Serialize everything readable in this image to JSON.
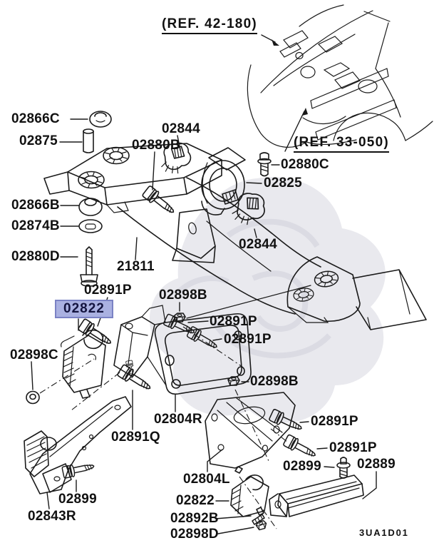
{
  "diagram": {
    "code": "3UA1D01",
    "references": [
      {
        "text": "(REF. 42-180)"
      },
      {
        "text": "(REF. 33-050)"
      }
    ],
    "highlight": {
      "background": "#aab1e1",
      "border": "#7b82c4",
      "text_color": "#14143f"
    },
    "line_color": "#1a1a1a",
    "watermark_color": "#e9e9ee",
    "part_labels": [
      {
        "text": "02866C"
      },
      {
        "text": "02875"
      },
      {
        "text": "02844"
      },
      {
        "text": "02880B"
      },
      {
        "text": "02880C"
      },
      {
        "text": "02825"
      },
      {
        "text": "02866B"
      },
      {
        "text": "02874B"
      },
      {
        "text": "02844"
      },
      {
        "text": "02880D"
      },
      {
        "text": "21811"
      },
      {
        "text": "02891P"
      },
      {
        "text": "02898B"
      },
      {
        "text": "02822",
        "highlighted": true
      },
      {
        "text": "02891P"
      },
      {
        "text": "02891P"
      },
      {
        "text": "02898C"
      },
      {
        "text": "02898B"
      },
      {
        "text": "02804R"
      },
      {
        "text": "02891Q"
      },
      {
        "text": "02891P"
      },
      {
        "text": "02891P"
      },
      {
        "text": "02899"
      },
      {
        "text": "02889"
      },
      {
        "text": "02804L"
      },
      {
        "text": "02899"
      },
      {
        "text": "02843R"
      },
      {
        "text": "02822"
      },
      {
        "text": "02892B"
      },
      {
        "text": "02898D"
      }
    ]
  }
}
